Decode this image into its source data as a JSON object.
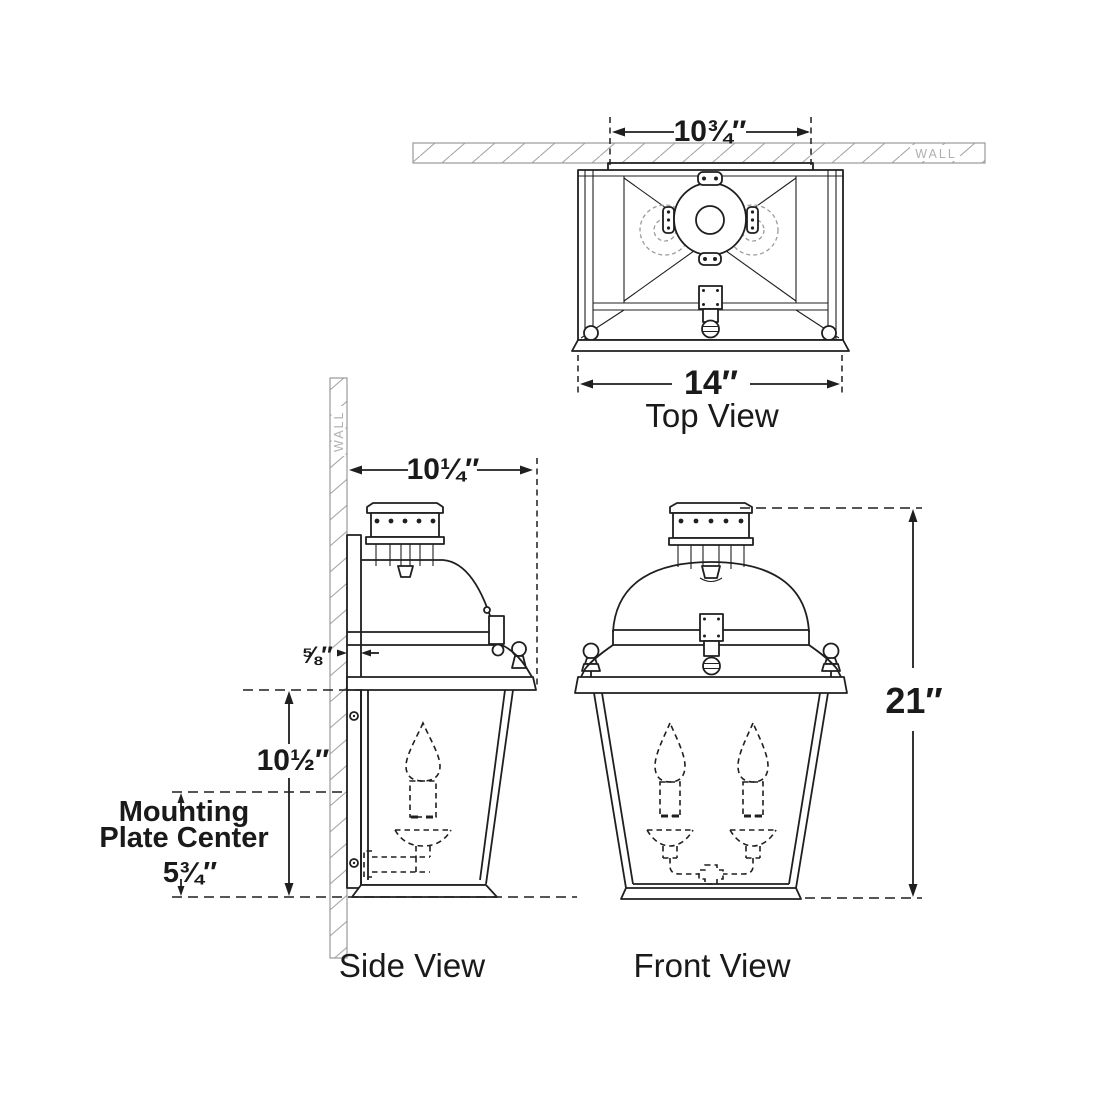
{
  "colors": {
    "background": "#ffffff",
    "line": "#1f1f1f",
    "hatch": "#a8a8a8",
    "wall_text": "#b0b0b0",
    "socket_dashed": "#9b9b9b"
  },
  "top_view": {
    "caption": "Top View",
    "wall_label": "WALL",
    "dims": {
      "plate_width": "10¾″",
      "overall_width": "14″"
    }
  },
  "side_view": {
    "caption": "Side View",
    "wall_label": "WALL",
    "dims": {
      "depth": "10¼″",
      "wall_offset": "⅝″",
      "body_height": "10½″",
      "mounting_plate_height": "5¾″"
    },
    "mounting_label": {
      "line1": "Mounting",
      "line2": "Plate Center"
    }
  },
  "front_view": {
    "caption": "Front View",
    "dims": {
      "overall_height": "21″"
    }
  }
}
